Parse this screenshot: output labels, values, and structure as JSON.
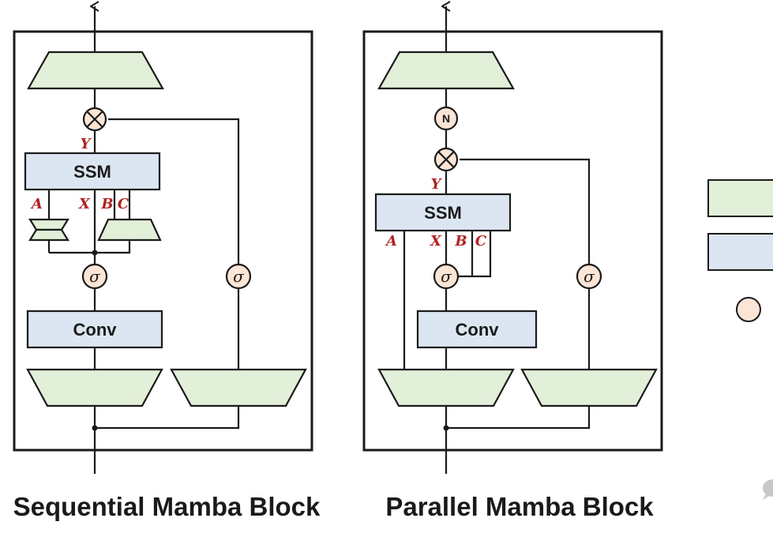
{
  "sequential": {
    "caption": "Sequential Mamba Block",
    "ssm_label": "SSM",
    "conv_label": "Conv",
    "var_y": "Y",
    "var_a": "A",
    "var_x": "X",
    "var_b": "B",
    "var_c": "C",
    "sigma": "σ"
  },
  "parallel": {
    "caption": "Parallel Mamba Block",
    "ssm_label": "SSM",
    "conv_label": "Conv",
    "var_y": "Y",
    "var_a": "A",
    "var_x": "X",
    "var_b": "B",
    "var_c": "C",
    "sigma": "σ",
    "norm": "N"
  },
  "colors": {
    "linear_fill": "#e2efd9",
    "ssm_fill": "#dce6f2",
    "activation_fill": "#fbe5d6",
    "stroke": "#1a1a1a",
    "var_label": "#b22222"
  }
}
